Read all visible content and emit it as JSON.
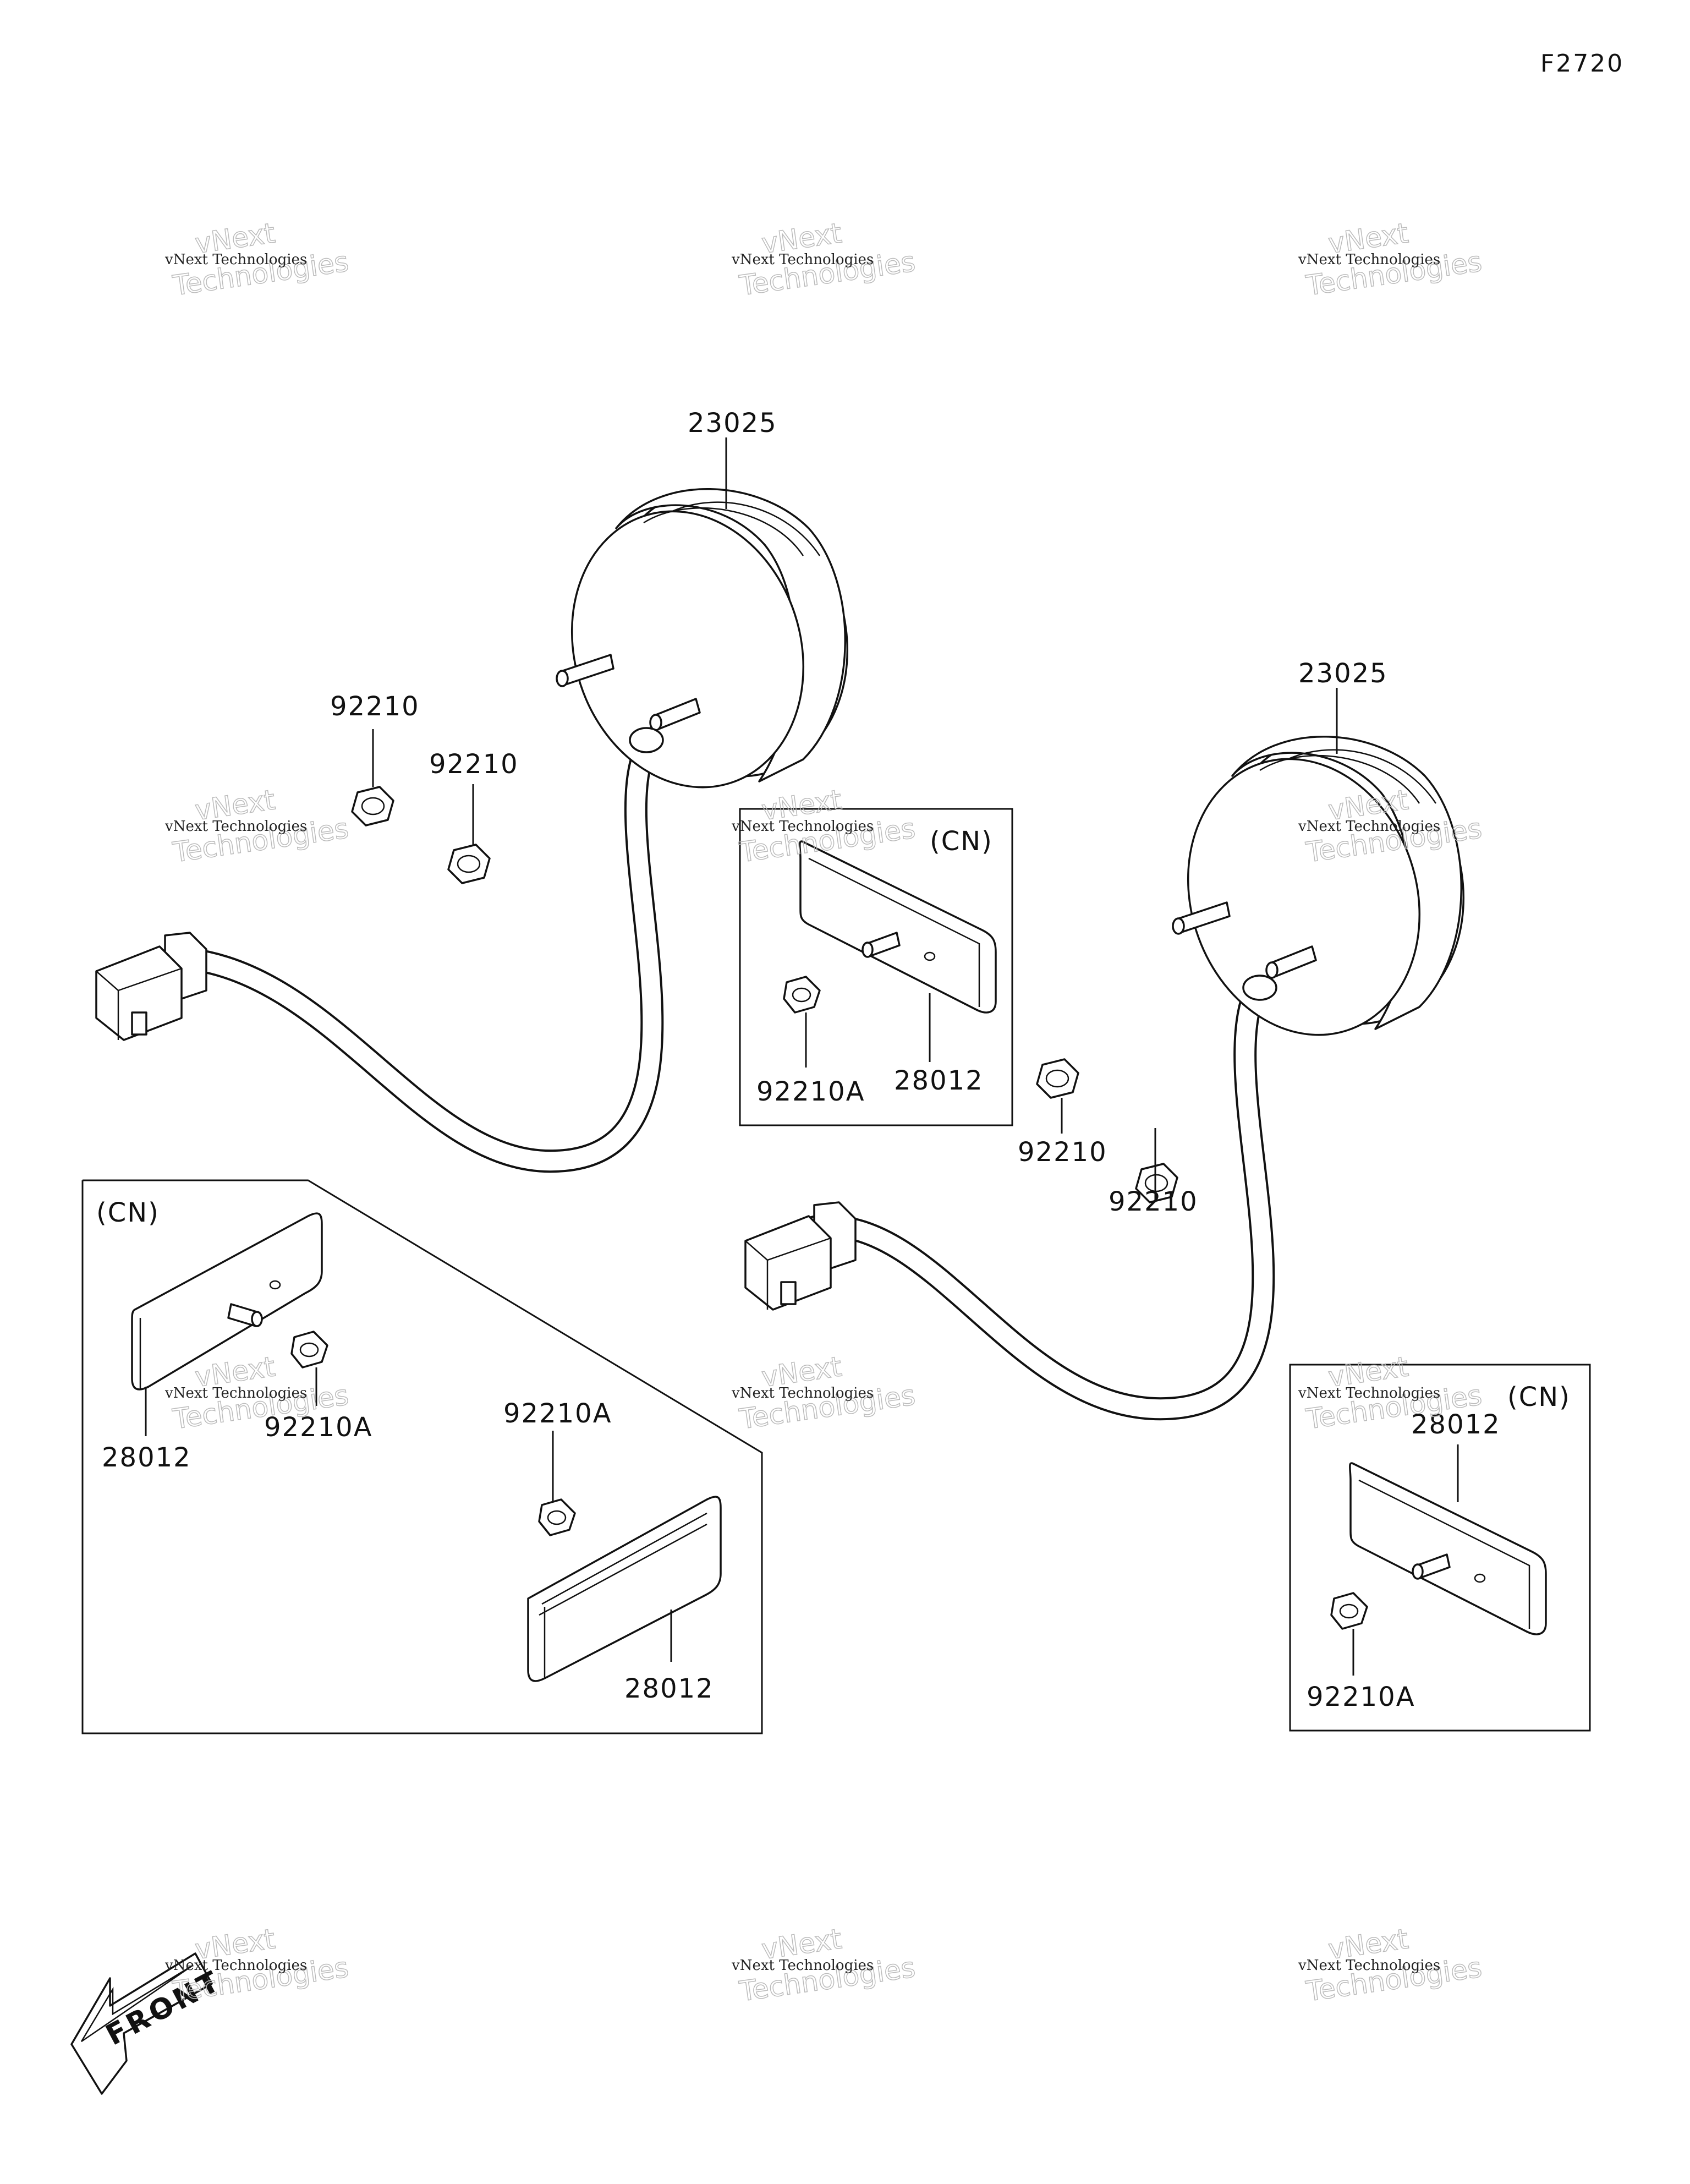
{
  "figure_id": "F2720",
  "watermark": {
    "small": "vNext Technologies",
    "large_top": "vNext",
    "large_bottom": "Technologies"
  },
  "parts": {
    "lamp_left": "23025",
    "lamp_right": "23025",
    "nut_l1": "92210",
    "nut_l2": "92210",
    "nut_r1": "92210",
    "nut_r2": "92210",
    "cn_mid_nut": "92210A",
    "cn_mid_reflector": "28012",
    "cn_left_reflector1": "28012",
    "cn_left_nut1": "92210A",
    "cn_left_nut2": "92210A",
    "cn_left_reflector2": "28012",
    "cn_right_reflector": "28012",
    "cn_right_nut": "92210A"
  },
  "inset_tags": {
    "mid": "(CN)",
    "left": "(CN)",
    "right": "(CN)"
  },
  "front_arrow": "FRONT"
}
